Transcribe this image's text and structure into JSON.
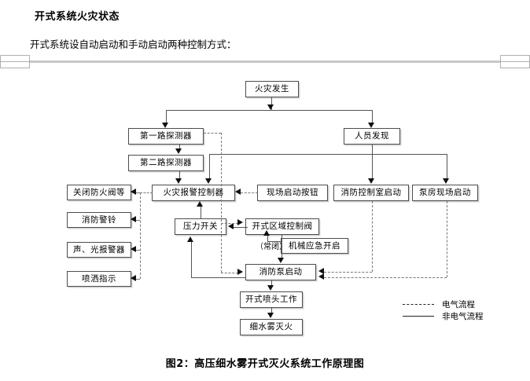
{
  "document": {
    "title": "开式系统火灾状态",
    "intro": "开式系统设自动启动和手动启动两种控制方式："
  },
  "figure": {
    "caption": "图2：高压细水雾开式灭火系统工作原理图"
  },
  "legend": {
    "items": [
      {
        "style": "dashed",
        "label": "电气流程"
      },
      {
        "style": "solid",
        "label": "非电气流程"
      }
    ]
  },
  "flowchart": {
    "type": "diagram",
    "nodes": [
      {
        "id": "fire",
        "label": "火灾发生"
      },
      {
        "id": "detector1",
        "label": "第一路探测器"
      },
      {
        "id": "detector2",
        "label": "第二路探测器"
      },
      {
        "id": "person",
        "label": "人员发现"
      },
      {
        "id": "close-damper",
        "label": "关闭防火阀等"
      },
      {
        "id": "alarm-bell",
        "label": "消防警铃"
      },
      {
        "id": "sound-light",
        "label": "声、光报警器"
      },
      {
        "id": "spray-indicator",
        "label": "喷洒指示"
      },
      {
        "id": "fire-controller",
        "label": "火灾报警控制器"
      },
      {
        "id": "site-button",
        "label": "现场启动按钮"
      },
      {
        "id": "control-room",
        "label": "消防控制室启动"
      },
      {
        "id": "pump-room",
        "label": "泵房现场启动"
      },
      {
        "id": "pressure-switch",
        "label": "压力开关"
      },
      {
        "id": "zone-valve",
        "label": "开式区域控制阀"
      },
      {
        "id": "mech-emergency",
        "label": "机械应急开启"
      },
      {
        "id": "pump-start",
        "label": "消防泵启动"
      },
      {
        "id": "nozzle-work",
        "label": "开式喷头工作"
      },
      {
        "id": "mist-extinguish",
        "label": "细水雾灭火"
      }
    ],
    "annotations": [
      {
        "id": "zone-valve-note",
        "label": "（常闭）"
      }
    ]
  }
}
